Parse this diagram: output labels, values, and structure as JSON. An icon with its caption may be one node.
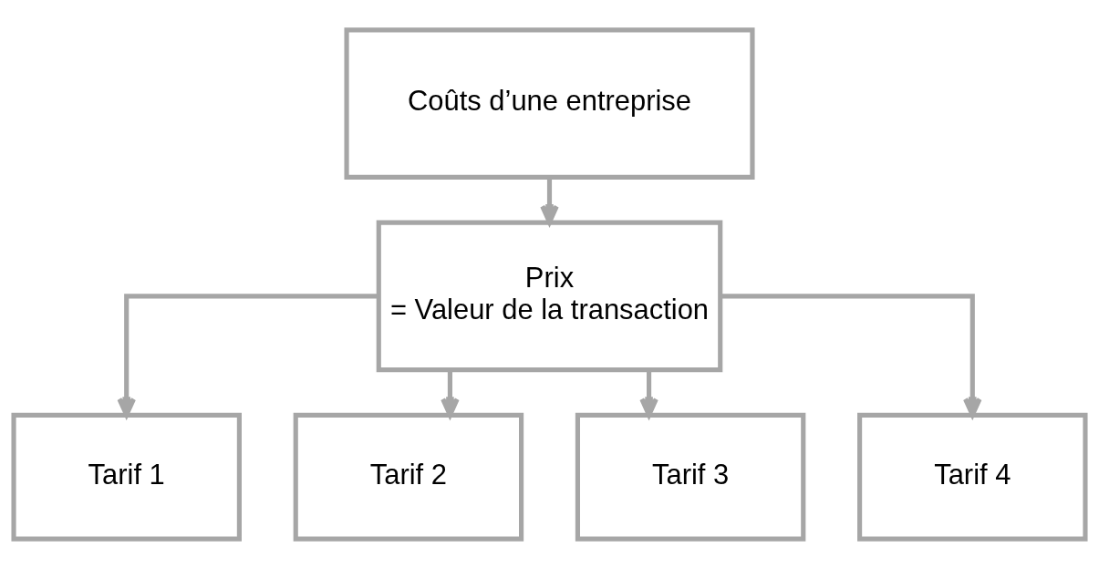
{
  "diagram": {
    "nodes": [
      {
        "text": [
          "Coûts d’une entreprise"
        ]
      },
      {
        "text": [
          "Prix",
          "= Valeur de la transaction"
        ]
      },
      {
        "text": [
          "Tarif 1"
        ]
      },
      {
        "text": [
          "Tarif 2"
        ]
      },
      {
        "text": [
          "Tarif 3"
        ]
      },
      {
        "text": [
          "Tarif 4"
        ]
      }
    ],
    "edges": [
      {
        "from": 0,
        "to": 1,
        "arrow": "to"
      },
      {
        "from": 1,
        "to": 2,
        "arrow": "to"
      },
      {
        "from": 1,
        "to": 3,
        "arrow": "to"
      },
      {
        "from": 1,
        "to": 4,
        "arrow": "to"
      },
      {
        "from": 1,
        "to": 5,
        "arrow": "to"
      }
    ]
  }
}
